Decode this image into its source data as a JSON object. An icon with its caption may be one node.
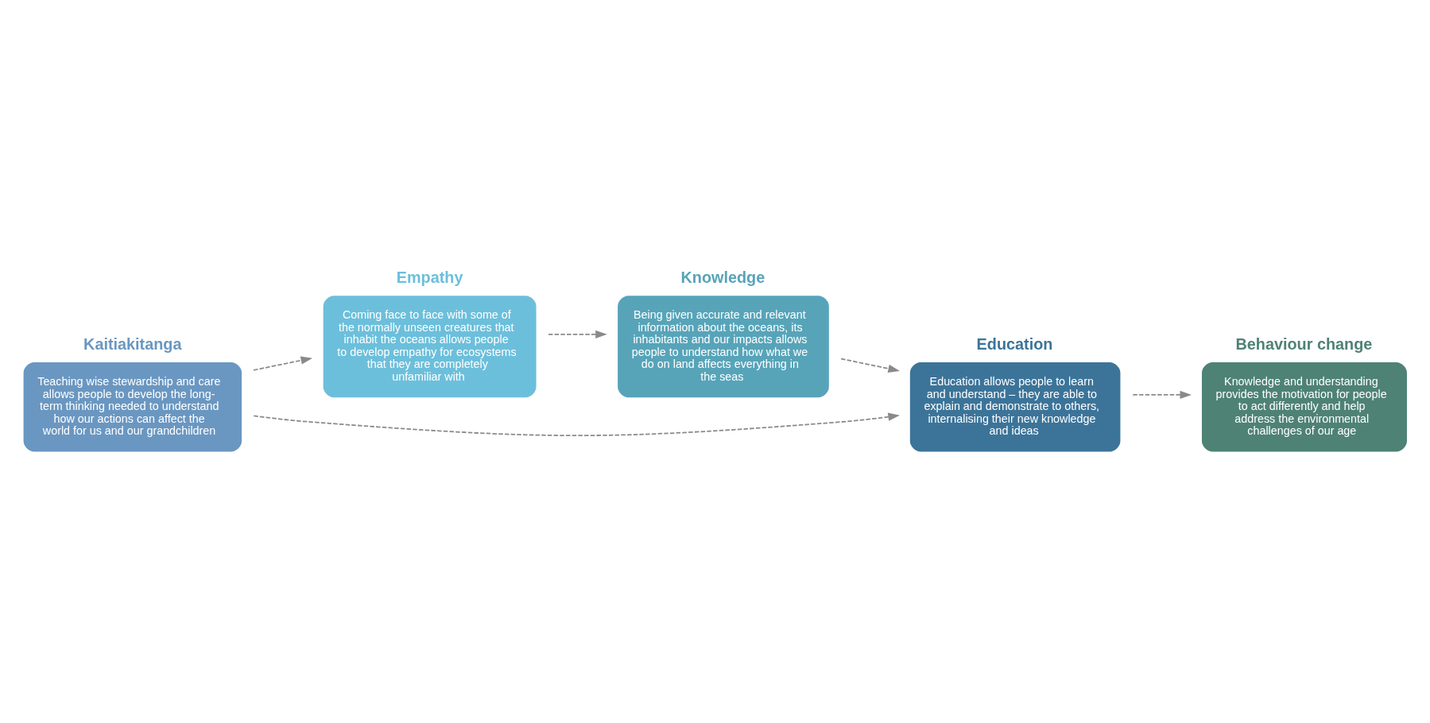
{
  "diagram": {
    "nodes": [
      {
        "text": [
          "Kaitiakitanga",
          "Teaching wise stewardship and care allows people to develop the long-term thinking needed to understand how our actions can affect the world for us and our grandchildren"
        ]
      },
      {
        "text": [
          "Empathy",
          "Coming face to face with some of the normally unseen creatures that inhabit the oceans allows people to develop empathy for ecosystems that they are completely unfamiliar with"
        ]
      },
      {
        "text": [
          "Education",
          "Education allows people to learn and understand – they are able to explain and demonstrate to others, internalising their new knowledge and ideas"
        ]
      },
      {
        "text": [
          "Behaviour change",
          "Knowledge and understanding provides the motivation for people to act differently and help address the environmental challenges of our age"
        ]
      },
      {
        "text": [
          "Knowledge",
          "Being given accurate and relevant information about the oceans, its inhabitants and our impacts allows people to understand how what we do on land affects everything in the seas"
        ]
      }
    ],
    "edges": [
      {
        "from": 0,
        "to": 1,
        "arrow": "to",
        "style": "dashed"
      },
      {
        "from": 0,
        "to": 2,
        "arrow": "to",
        "style": "dashed"
      },
      {
        "from": 1,
        "to": 4,
        "arrow": "to",
        "style": "dashed"
      },
      {
        "from": 4,
        "to": 2,
        "arrow": "to",
        "style": "dashed"
      },
      {
        "from": 2,
        "to": 3,
        "arrow": "to",
        "style": "dashed"
      }
    ]
  }
}
